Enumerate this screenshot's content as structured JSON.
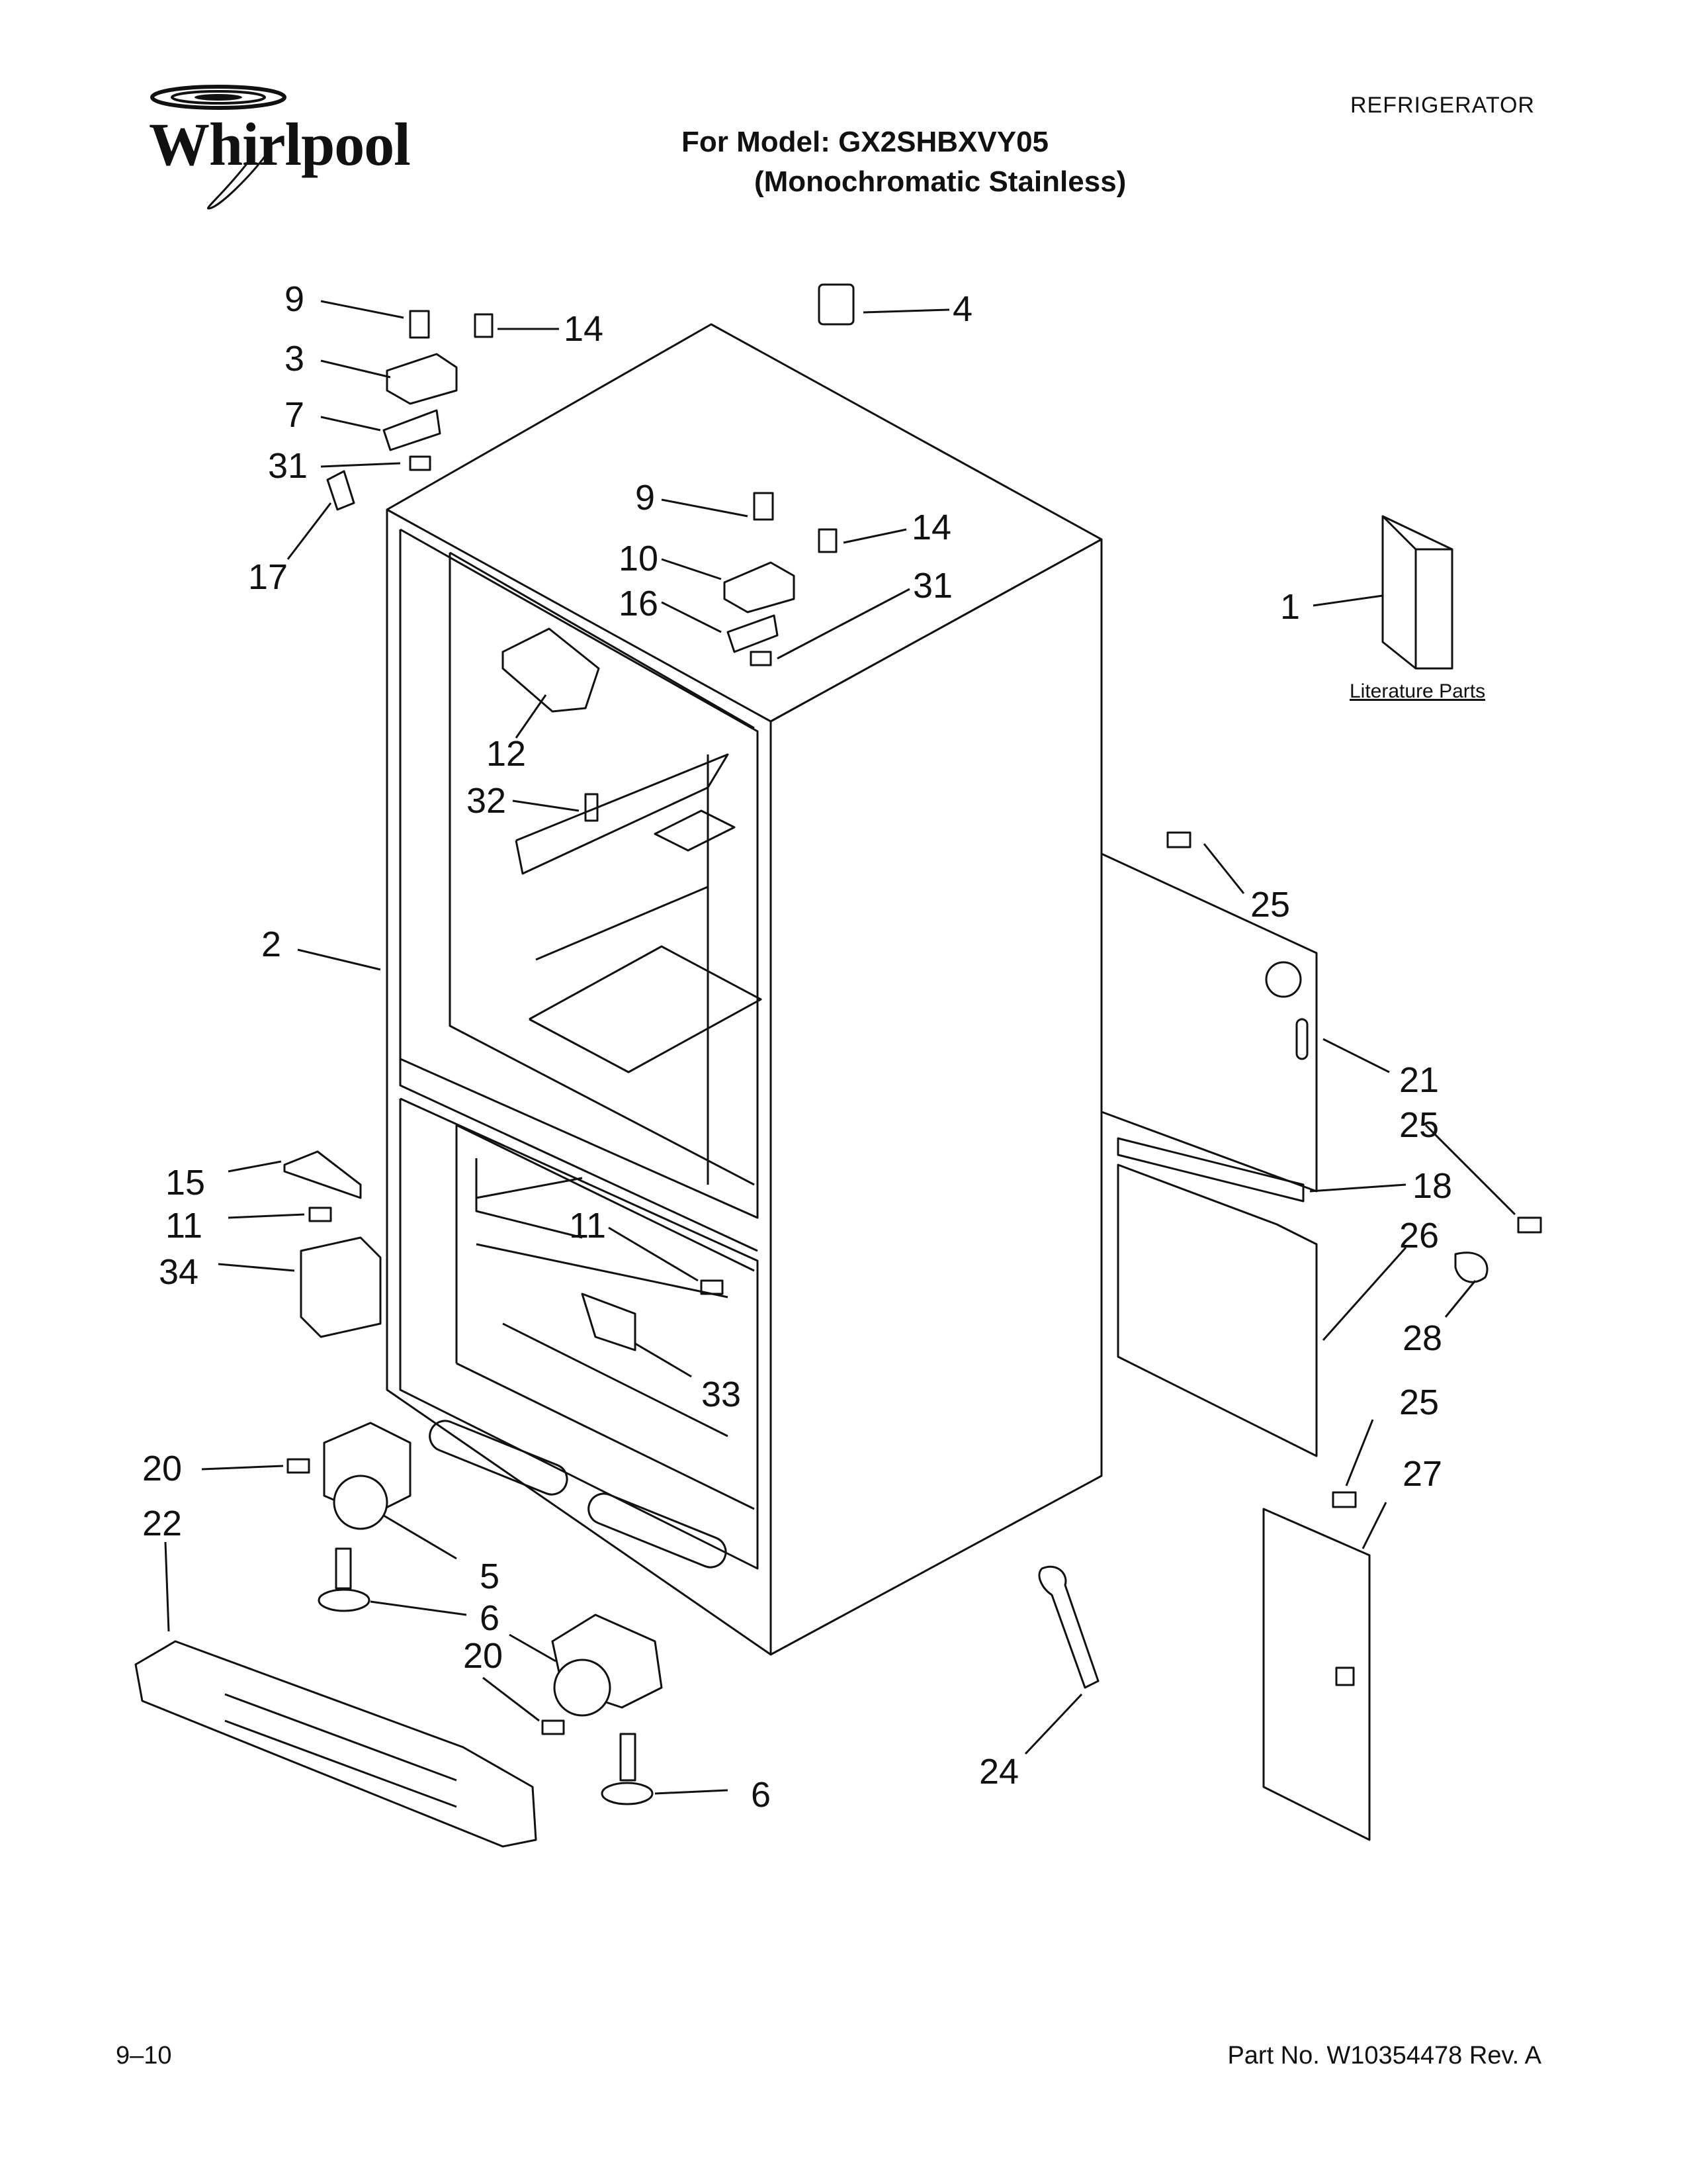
{
  "header": {
    "brand": "Whirlpool",
    "category": "REFRIGERATOR",
    "model_line1": "For Model: GX2SHBXVY05",
    "model_line2": "(Monochromatic Stainless)"
  },
  "literature_label": "Literature Parts",
  "footer": {
    "date": "9–10",
    "part_no": "Part No. W10354478 Rev. A"
  },
  "callouts": [
    "9",
    "14",
    "3",
    "7",
    "31",
    "17",
    "4",
    "9",
    "14",
    "10",
    "16",
    "31",
    "1",
    "12",
    "32",
    "25",
    "2",
    "21",
    "25",
    "15",
    "18",
    "11",
    "11",
    "26",
    "34",
    "28",
    "33",
    "25",
    "27",
    "20",
    "22",
    "5",
    "6",
    "20",
    "24",
    "6"
  ]
}
